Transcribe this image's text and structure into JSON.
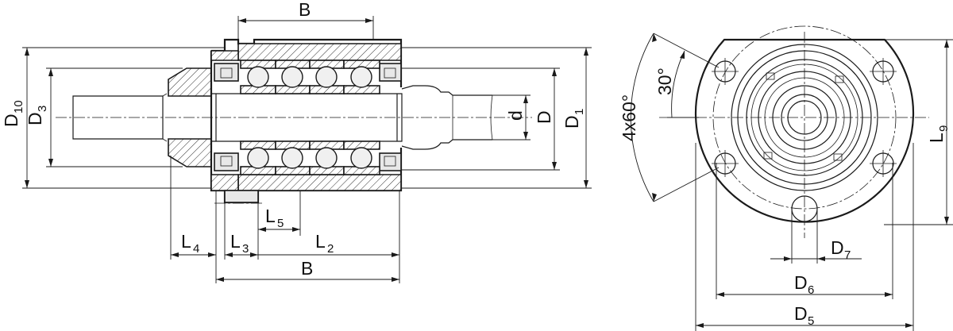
{
  "labels": {
    "b_top": "B",
    "d10": "D",
    "d10_sub": "10",
    "d3": "D",
    "d3_sub": "3",
    "d_small": "d",
    "d_main": "D",
    "d1": "D",
    "d1_sub": "1",
    "l4": "L",
    "l4_sub": "4",
    "l3": "L",
    "l3_sub": "3",
    "l5": "L",
    "l5_sub": "5",
    "l2": "L",
    "l2_sub": "2",
    "b_bottom": "B",
    "angle_30": "30°",
    "angle_4x60": "4x60°",
    "l9": "L",
    "l9_sub": "9",
    "d7": "D",
    "d7_sub": "7",
    "d6": "D",
    "d6_sub": "6",
    "d5": "D",
    "d5_sub": "5"
  }
}
